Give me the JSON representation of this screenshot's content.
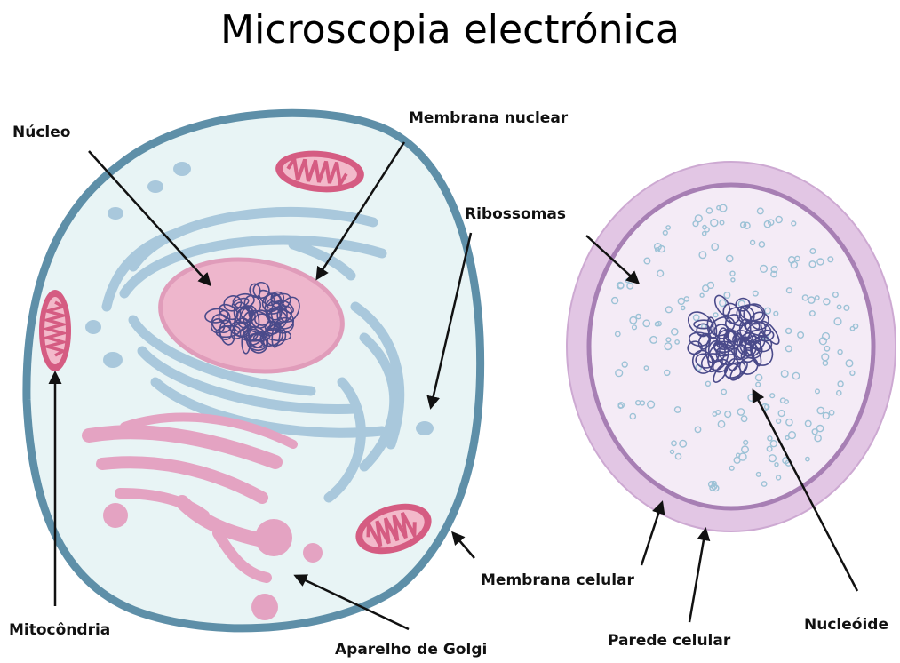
{
  "title": "Microscopia electrónica",
  "labels": {
    "nucleo": "Núcleo",
    "membrana_nuclear": "Membrana nuclear",
    "ribossomas": "Ribossomas",
    "mitocondria": "Mitocôndria",
    "aparelho_golgi": "Aparelho de Golgi",
    "membrana_celular": "Membrana celular",
    "parede_celular": "Parede celular",
    "nucleoide": "Nucleóide"
  },
  "colors": {
    "eukaryote_fill": "#e8f4f5",
    "eukaryote_membrane": "#5e8fa8",
    "reticulum": "#a9c8dc",
    "nucleus_fill": "#eeb6cc",
    "chromatin": "#4a4a8a",
    "golgi": "#e4a3c2",
    "mitochondria": "#d55c82",
    "prokaryote_wall": "#e2c6e4",
    "prokaryote_membrane": "#a77fb4",
    "prokaryote_fill": "#f4ebf6",
    "ribosome": "#9cc2d6"
  }
}
